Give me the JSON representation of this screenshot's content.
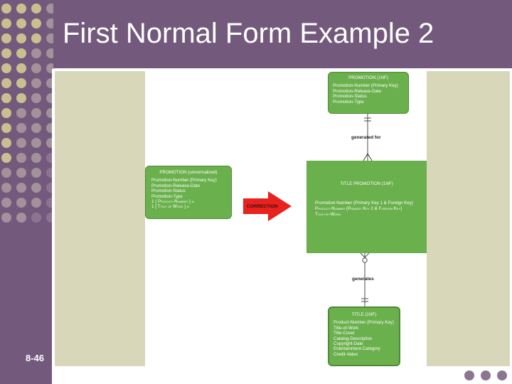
{
  "slide": {
    "title": "First Normal Form Example 2",
    "number": "8-46"
  },
  "diagram": {
    "promotion_1nf": {
      "header": "PROMOTION (1NF)",
      "lines": [
        "Promotion-Number (Primary Key)",
        "Promotion-Release-Date",
        "Promotion-Status",
        "Promotion-Type"
      ]
    },
    "promotion_unnormalized": {
      "header": "PROMOTION (unnormalized)",
      "lines": [
        "Promotion-Number (Primary Key)",
        "Promotion-Release-Date",
        "Promotion-Status",
        "Promotion-Type"
      ],
      "sc_lines": [
        "1 { Product-Number } n",
        "1 { Title of Work } n"
      ]
    },
    "title_promotion": {
      "header": "TITLE PROMOTION (1NF)",
      "line1": "Promotion-Number (Primary Key 1 & Foreign Key)",
      "sc_lines": [
        "Product-Number (Primary Key 2 & Foreign Key)",
        "Title-of-Work"
      ]
    },
    "title_1nf": {
      "header": "TITLE (1NF)",
      "lines": [
        "Product-Number (Primary Key)",
        "Title-of-Work",
        "Title-Cover",
        "Catalog-Description",
        "Copyright-Date",
        "Entertainment-Category",
        "Credit-Value"
      ]
    },
    "relationships": {
      "generated_for": "generated for",
      "generates": "generates"
    },
    "arrow_label": "CORRECTION",
    "colors": {
      "entity_fill": "#6ab04c",
      "arrow": "#e8221d",
      "slide_purple": "#735a7c",
      "beige_panel": "#d9d7b9"
    }
  }
}
